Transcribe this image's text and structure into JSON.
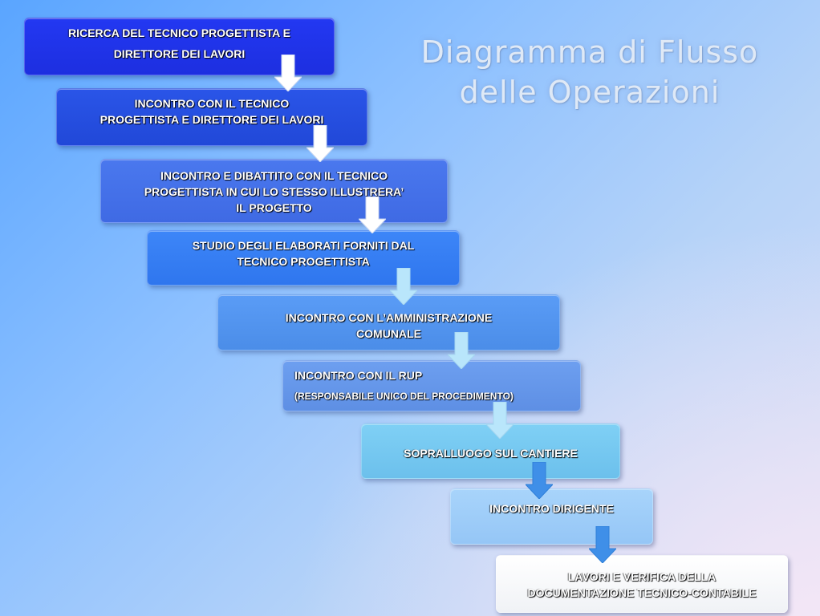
{
  "title": {
    "line1": "Diagramma di Flusso",
    "line2": "delle Operazioni"
  },
  "steps": [
    {
      "lines": [
        "RICERCA DEL TECNICO PROGETTISTA E",
        "DIRETTORE DEI LAVORI"
      ]
    },
    {
      "lines": [
        "INCONTRO CON IL TECNICO",
        "PROGETTISTA  E DIRETTORE DEI LAVORI"
      ]
    },
    {
      "lines": [
        "INCONTRO E DIBATTITO CON IL TECNICO",
        "PROGETTISTA  IN CUI LO STESSO ILLUSTRERA’",
        "IL PROGETTO"
      ]
    },
    {
      "lines": [
        "STUDIO DEGLI ELABORATI FORNITI DAL",
        "TECNICO PROGETTISTA"
      ]
    },
    {
      "lines": [
        "INCONTRO CON  L’AMMINISTRAZIONE",
        "COMUNALE"
      ]
    },
    {
      "lines": [
        "INCONTRO CON  IL RUP",
        "(RESPONSABILE UNICO DEL PROCEDIMENTO)"
      ]
    },
    {
      "lines": [
        "SOPRALLUOGO  SUL  CANTIERE"
      ]
    },
    {
      "lines": [
        "INCONTRO DIRIGENTE"
      ]
    },
    {
      "lines": [
        "LAVORI E VERIFICA DELLA",
        "DOCUMENTAZIONE TECNICO-CONTABILE"
      ]
    }
  ],
  "colors": {
    "arrow_white": "#ffffff",
    "arrow_light": "#b9e6fb",
    "arrow_blue": "#3f8fe8"
  }
}
